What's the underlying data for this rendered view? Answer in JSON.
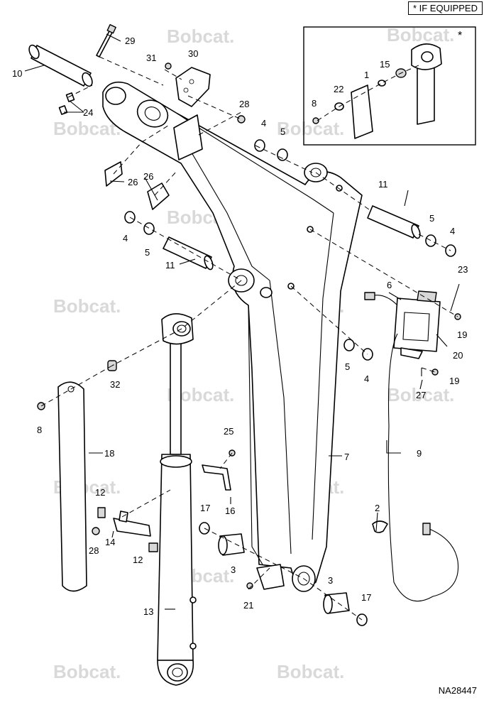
{
  "legend": {
    "symbol": "*",
    "text": "IF EQUIPPED"
  },
  "inset": {
    "marker": "*"
  },
  "drawing_code": "NA28447",
  "watermark": "Bobcat.",
  "callouts": {
    "c1": "1",
    "c2": "2",
    "c3a": "3",
    "c3b": "3",
    "c4a": "4",
    "c4b": "4",
    "c4c": "4",
    "c4d": "4",
    "c5a": "5",
    "c5b": "5",
    "c5c": "5",
    "c5d": "5",
    "c6": "6",
    "c7": "7",
    "c8a": "8",
    "c8b": "8",
    "c9": "9",
    "c10": "10",
    "c11a": "11",
    "c11b": "11",
    "c12a": "12",
    "c12b": "12",
    "c13": "13",
    "c14": "14",
    "c15": "15",
    "c16": "16",
    "c17a": "17",
    "c17b": "17",
    "c18": "18",
    "c19a": "19",
    "c19b": "19",
    "c20": "20",
    "c21": "21",
    "c22": "22",
    "c23": "23",
    "c24": "24",
    "c25": "25",
    "c26a": "26",
    "c26b": "26",
    "c27": "27",
    "c28a": "28",
    "c28b": "28",
    "c29": "29",
    "c30": "30",
    "c31": "31",
    "c32": "32"
  }
}
